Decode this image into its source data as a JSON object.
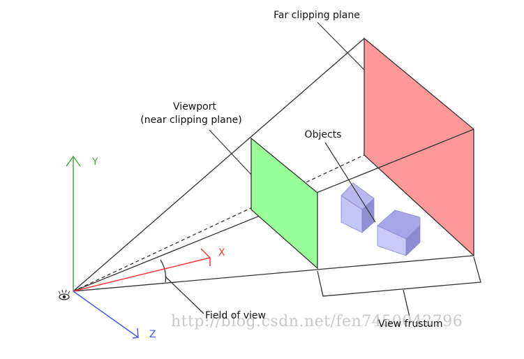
{
  "labels": {
    "far_plane": "Far clipping plane",
    "viewport_line1": "Viewport",
    "viewport_line2": "(near clipping plane)",
    "objects": "Objects",
    "field_of_view": "Field of view",
    "view_frustum": "View frustum",
    "axis_x": "X",
    "axis_y": "Y",
    "axis_z": "Z"
  },
  "watermark": "http://blog.csdn.net/fen7450042796",
  "colors": {
    "far_plane": "#ff9999",
    "near_plane": "#99ff99",
    "cube": "#aaaaee",
    "axis_x": "#ff3333",
    "axis_y": "#44aa44",
    "axis_z": "#4455ee"
  }
}
